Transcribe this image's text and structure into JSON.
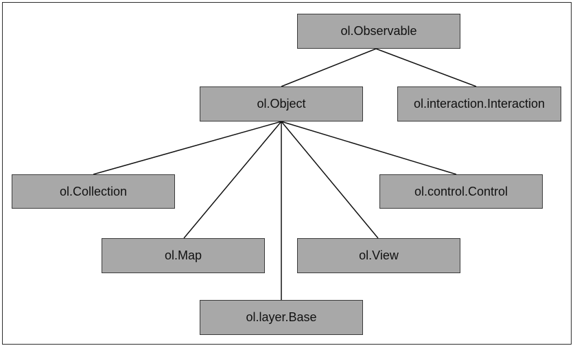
{
  "diagram": {
    "nodes": {
      "observable": "ol.Observable",
      "object": "ol.Object",
      "interaction": "ol.interaction.Interaction",
      "collection": "ol.Collection",
      "control": "ol.control.Control",
      "map": "ol.Map",
      "view": "ol.View",
      "layer_base": "ol.layer.Base"
    },
    "edges": [
      [
        "observable",
        "object"
      ],
      [
        "observable",
        "interaction"
      ],
      [
        "object",
        "collection"
      ],
      [
        "object",
        "control"
      ],
      [
        "object",
        "map"
      ],
      [
        "object",
        "view"
      ],
      [
        "object",
        "layer_base"
      ]
    ],
    "colors": {
      "node_fill": "#a8a8a8",
      "node_border": "#3a3a3a",
      "edge": "#111111",
      "frame": "#2b2b2b"
    }
  }
}
